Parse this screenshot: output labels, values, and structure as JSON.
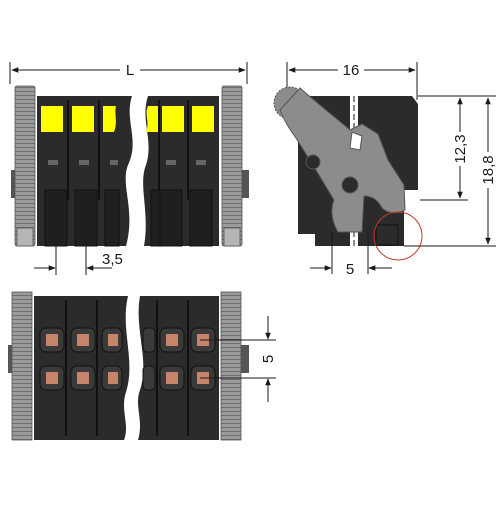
{
  "dimensions": {
    "length": "L",
    "pitch_front": "3,5",
    "width_side": "16",
    "height_inner": "12,3",
    "height_total": "18,8",
    "pitch_side": "5",
    "pitch_top": "5"
  },
  "colors": {
    "body": "#2b2b2b",
    "body_dark": "#1a1a1a",
    "marker": "#ffff00",
    "flange": "#9a9a9a",
    "lever": "#8c8c8c",
    "contact": "#c7846a",
    "highlight": "#c0392b",
    "dimension_line": "#1a1a1a"
  }
}
